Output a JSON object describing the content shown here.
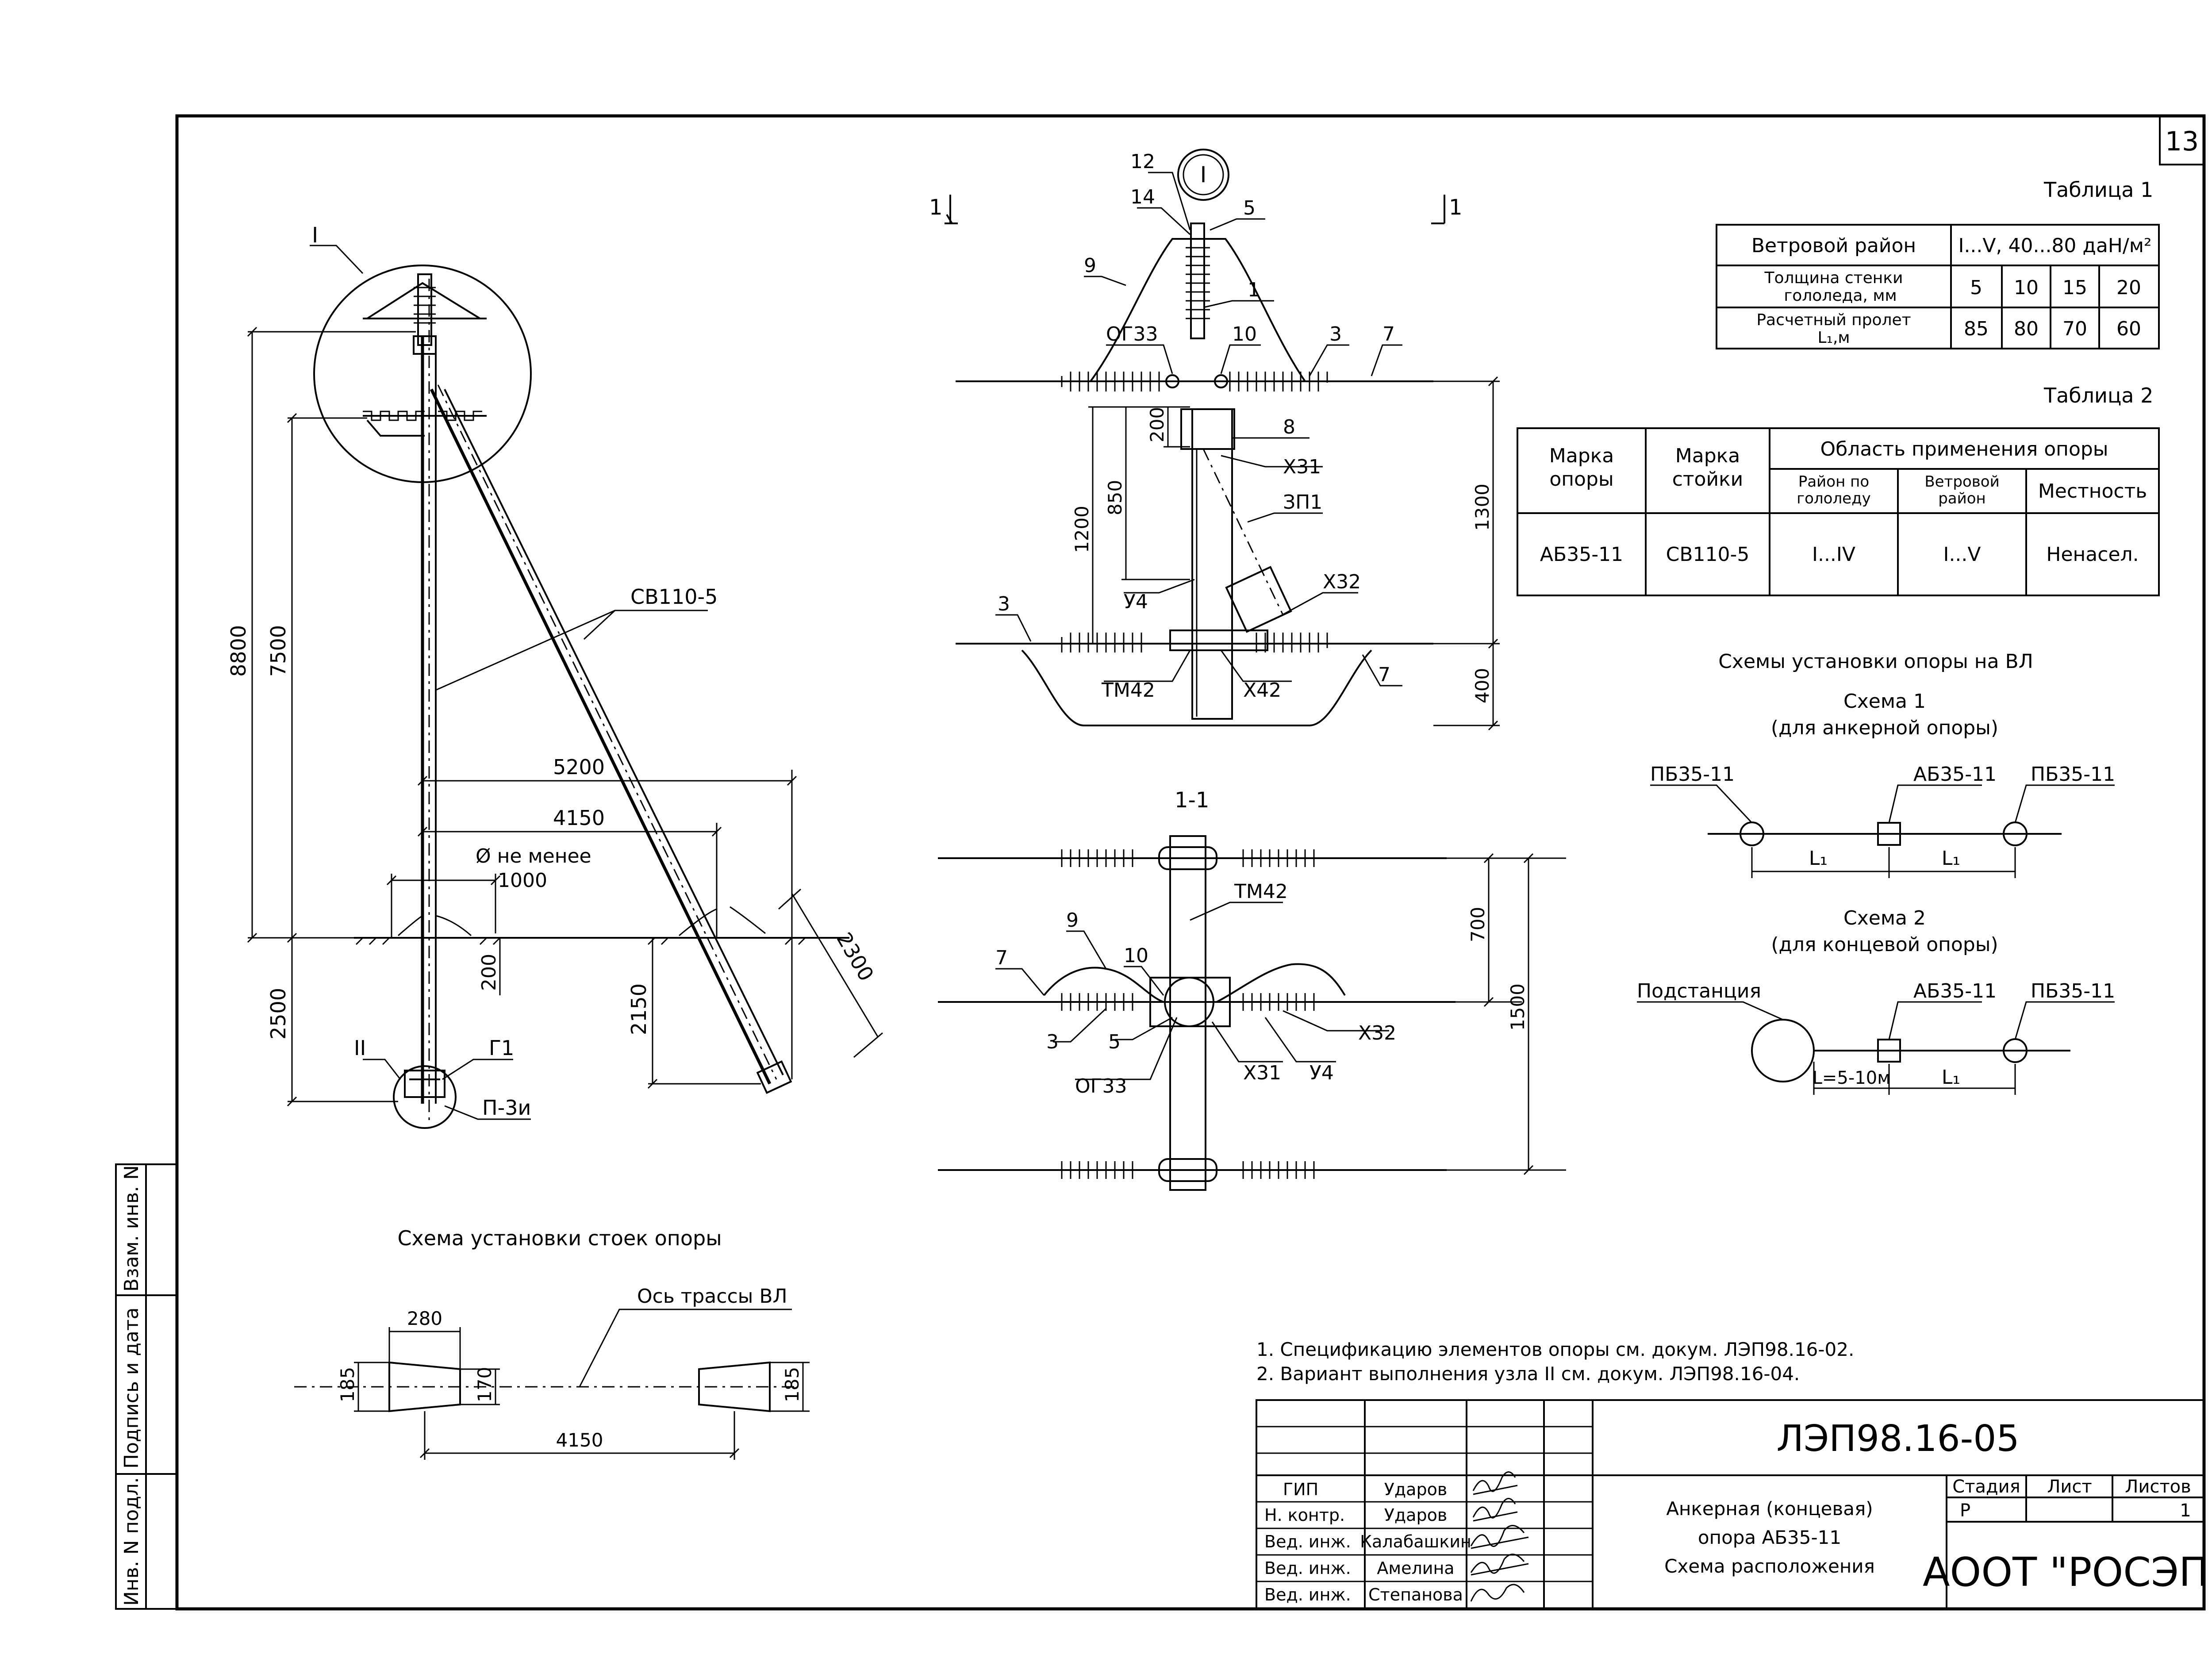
{
  "sheet": {
    "sheet_number": "13",
    "doc_code": "ЛЭП98.16-05",
    "title_lines": [
      "Анкерная (концевая)",
      "опора АБ35-11",
      "Схема расположения"
    ],
    "organization": "АООТ \"РОСЭП\"",
    "stage_header": "Стадия",
    "sheet_header": "Лист",
    "sheets_header": "Листов",
    "stage": "Р",
    "sheets": "1",
    "sheet_value": ""
  },
  "signatures": [
    {
      "role": "ГИП",
      "name": "Ударов"
    },
    {
      "role": "Н. контр.",
      "name": "Ударов"
    },
    {
      "role": "Вед. инж.",
      "name": "Калабашкин"
    },
    {
      "role": "Вед. инж.",
      "name": "Амелина"
    },
    {
      "role": "Вед. инж.",
      "name": "Степанова"
    }
  ],
  "side_stamp": [
    "Инв. N подл.",
    "Подпись и дата",
    "Взам. инв. N"
  ],
  "notes": [
    "1. Спецификацию элементов опоры см. докум. ЛЭП98.16-02.",
    "2. Вариант выполнения узла II см. докум. ЛЭП98.16-04."
  ],
  "table1": {
    "caption": "Таблица 1",
    "row1_label": "Ветровой район",
    "row1_value": "I...V, 40...80 даН/м²",
    "row2_label_a": "Толщина стенки",
    "row2_label_b": "гололеда,  мм",
    "row2_values": [
      "5",
      "10",
      "15",
      "20"
    ],
    "row3_label_a": "Расчетный пролет",
    "row3_label_b": "L₁,м",
    "row3_values": [
      "85",
      "80",
      "70",
      "60"
    ]
  },
  "table2": {
    "caption": "Таблица 2",
    "col_mark_support": [
      "Марка",
      "опоры"
    ],
    "col_mark_post": [
      "Марка",
      "стойки"
    ],
    "col_area": "Область применения опоры",
    "sub_ice": [
      "Район по",
      "гололеду"
    ],
    "sub_wind": [
      "Ветровой",
      "район"
    ],
    "sub_terrain": "Местность",
    "row": [
      "АБ35-11",
      "СВ110-5",
      "I...IV",
      "I...V",
      "Ненасел."
    ]
  },
  "schemes": {
    "title": "Схемы установки опоры на ВЛ",
    "scheme1_title": "Схема 1",
    "scheme1_sub": "(для анкерной опоры)",
    "scheme2_title": "Схема 2",
    "scheme2_sub": "(для концевой опоры)",
    "pb": "ПБ35-11",
    "ab": "АБ35-11",
    "substation": "Подстанция",
    "l1": "L₁",
    "l_short": "L=5-10м"
  },
  "elevation": {
    "circle_I": "I",
    "circle_II": "II",
    "post_label": "СВ110-5",
    "dim_8800": "8800",
    "dim_7500": "7500",
    "dim_2500": "2500",
    "dim_5200": "5200",
    "dim_4150": "4150",
    "dim_2300": "2300",
    "dim_2150": "2150",
    "dim_200": "200",
    "dia_label": "Ø не менее",
    "dia_value": "1000",
    "g1": "Г1",
    "p3i": "П-3и"
  },
  "node": {
    "section_mark": "1",
    "node_I": "I",
    "labels": {
      "l12": "12",
      "l14": "14",
      "l5": "5",
      "l9": "9",
      "l1": "1",
      "og33": "ОГ33",
      "l10": "10",
      "l3": "3",
      "l7": "7",
      "l8": "8",
      "x31": "Х31",
      "zp1": "ЗП1",
      "u4": "У4",
      "x32": "Х32",
      "tm42": "ТМ42",
      "x42": "Х42",
      "l3b": "3",
      "l7b": "7"
    },
    "dims": {
      "d200": "200",
      "d850": "850",
      "d1200": "1200",
      "d1300": "1300",
      "d400": "400"
    }
  },
  "section": {
    "title": "1-1",
    "labels": {
      "tm42": "ТМ42",
      "l9": "9",
      "l7": "7",
      "l10": "10",
      "l3": "3",
      "l5": "5",
      "og33": "ОГ33",
      "x31": "Х31",
      "u4": "У4",
      "x32": "Х32"
    },
    "dims": {
      "d700": "700",
      "d1500": "1500"
    }
  },
  "posts_scheme": {
    "title": "Схема установки стоек опоры",
    "axis": "Ось трассы ВЛ",
    "d280": "280",
    "d185a": "185",
    "d170": "170",
    "d185b": "185",
    "d4150": "4150"
  }
}
